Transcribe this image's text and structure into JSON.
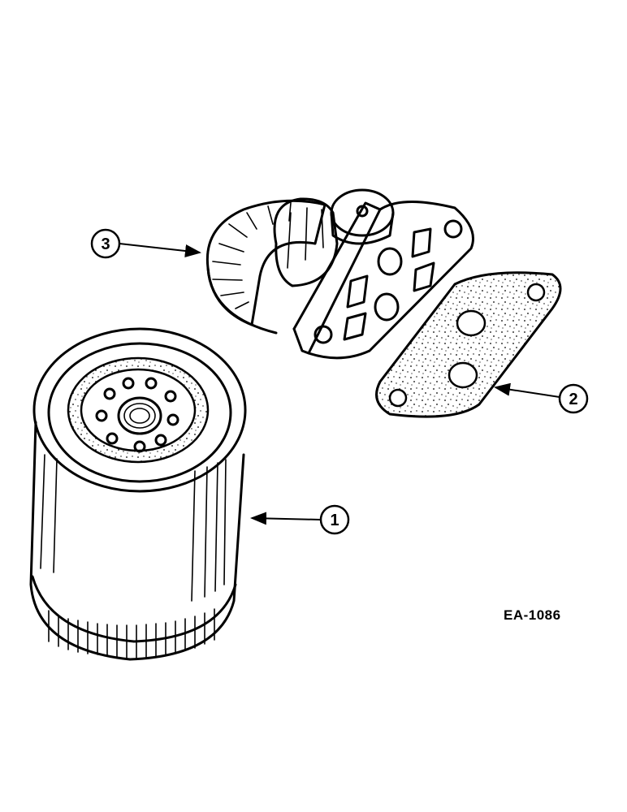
{
  "figure": {
    "code": "EA-1086"
  },
  "callouts": [
    {
      "number": "1",
      "part": "oil-filter"
    },
    {
      "number": "2",
      "part": "gasket"
    },
    {
      "number": "3",
      "part": "filter-adapter"
    }
  ]
}
